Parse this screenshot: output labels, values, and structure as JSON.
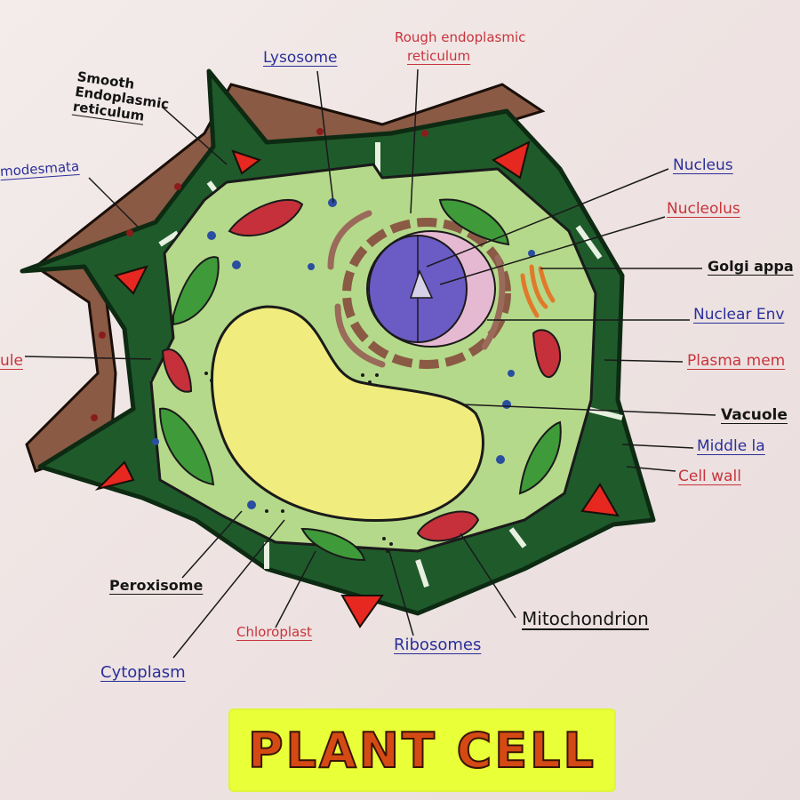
{
  "title": "PLANT CELL",
  "colors": {
    "paper": "#efe6e4",
    "cell_wall": "#1f5a2b",
    "wall_outline": "#0d2a12",
    "outer_wall": "#8a5a44",
    "cytoplasm": "#b5d98a",
    "vacuole": "#f1ec7e",
    "chloroplast": "#3f9a3a",
    "mitochondrion": "#c5303a",
    "nucleus": "#6b5bc4",
    "nucleolus": "#e6b9d2",
    "plasmodesmata": "#e62820",
    "banner": "#e9ff37",
    "label_blue": "#2a2f9a",
    "label_red": "#c8343c"
  },
  "labels": {
    "lysosome": "Lysosome",
    "rough_er_line1": "Rough endoplasmic",
    "rough_er_line2": "reticulum",
    "smooth_er_line1": "Smooth",
    "smooth_er_line2": "Endoplasmic",
    "smooth_er_line3": "reticulum",
    "plasmodesmata": "modesmata",
    "nucleus": "Nucleus",
    "nucleolus": "Nucleolus",
    "golgi": "Golgi appa",
    "nuclear_envelope": "Nuclear Env",
    "plasma_membrane": "Plasma mem",
    "vacuole": "Vacuole",
    "middle_lamella": "Middle la",
    "cell_wall": "Cell wall",
    "left_cut": "ule",
    "peroxisome": "Peroxisome",
    "chloroplast": "Chloroplast",
    "cytoplasm": "Cytoplasm",
    "ribosomes": "Ribosomes",
    "mitochondrion": "Mitochondrion"
  }
}
